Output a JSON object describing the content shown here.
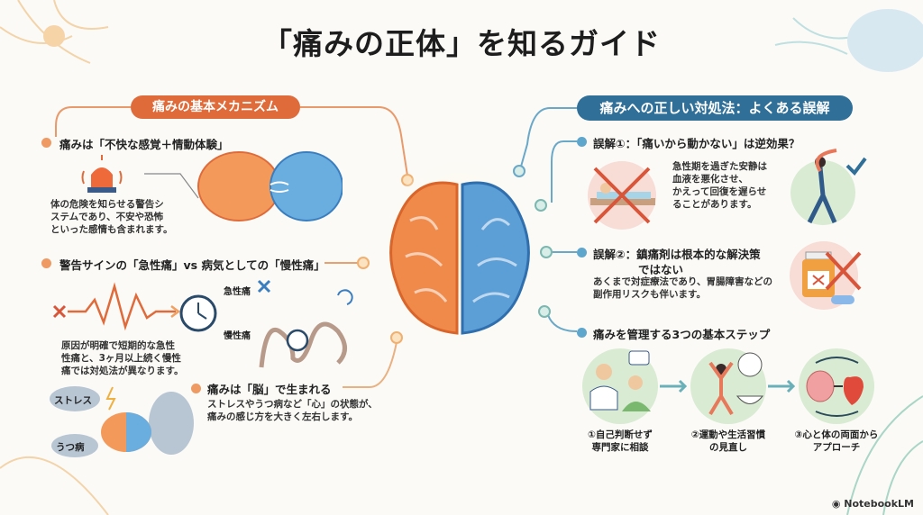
{
  "title": "「痛みの正体」を知るガイド",
  "left": {
    "section_title": "痛みの基本メカニズム",
    "items": [
      {
        "heading": "痛みは「不快な感覚＋情動体験」",
        "desc": [
          "体の危険を知らせる警告シ",
          "ステムであり、不安や恐怖",
          "といった感情も含まれます。"
        ]
      },
      {
        "heading": "警告サインの「急性痛」vs 病気としての「慢性痛」",
        "label_acute": "急性痛",
        "label_chronic": "慢性痛",
        "desc": [
          "原因が明確で短期的な急性",
          "性痛と、3ヶ月以上続く慢性",
          "痛では対処法が異なります。"
        ]
      },
      {
        "heading": "痛みは「脳」で生まれる",
        "desc": [
          "ストレスやうつ病など「心」の状態が、",
          "痛みの感じ方を大きく左右します。"
        ],
        "label_stress": "ストレス",
        "label_depression": "うつ病"
      }
    ]
  },
  "right": {
    "section_title": "痛みへの正しい対処法：よくある誤解",
    "misconception1": {
      "heading": "誤解①：「痛いから動かない」は逆効果？",
      "desc": [
        "急性期を過ぎた安静は",
        "血液を悪化させ、",
        "かえって回復を遅らせ",
        "ることがあります。"
      ]
    },
    "misconception2": {
      "heading": "誤解②：鎮痛剤は根本的な解決策",
      "heading2": "ではない",
      "desc": [
        "あくまで対症療法であり、胃腸障害などの",
        "副作用リスクも伴います。"
      ]
    },
    "steps": {
      "heading": "痛みを管理する3つの基本ステップ",
      "items": [
        {
          "line1": "①自己判断せず",
          "line2": "専門家に相談"
        },
        {
          "line1": "②運動や生活習慣",
          "line2": "の見直し"
        },
        {
          "line1": "③心と体の両面から",
          "line2": "アプローチ"
        }
      ]
    }
  },
  "logo": "NotebookLM",
  "colors": {
    "orange": "#e06b3a",
    "blue": "#2f6f98",
    "green": "#d9ebd3",
    "pink": "#f8dcd6"
  }
}
